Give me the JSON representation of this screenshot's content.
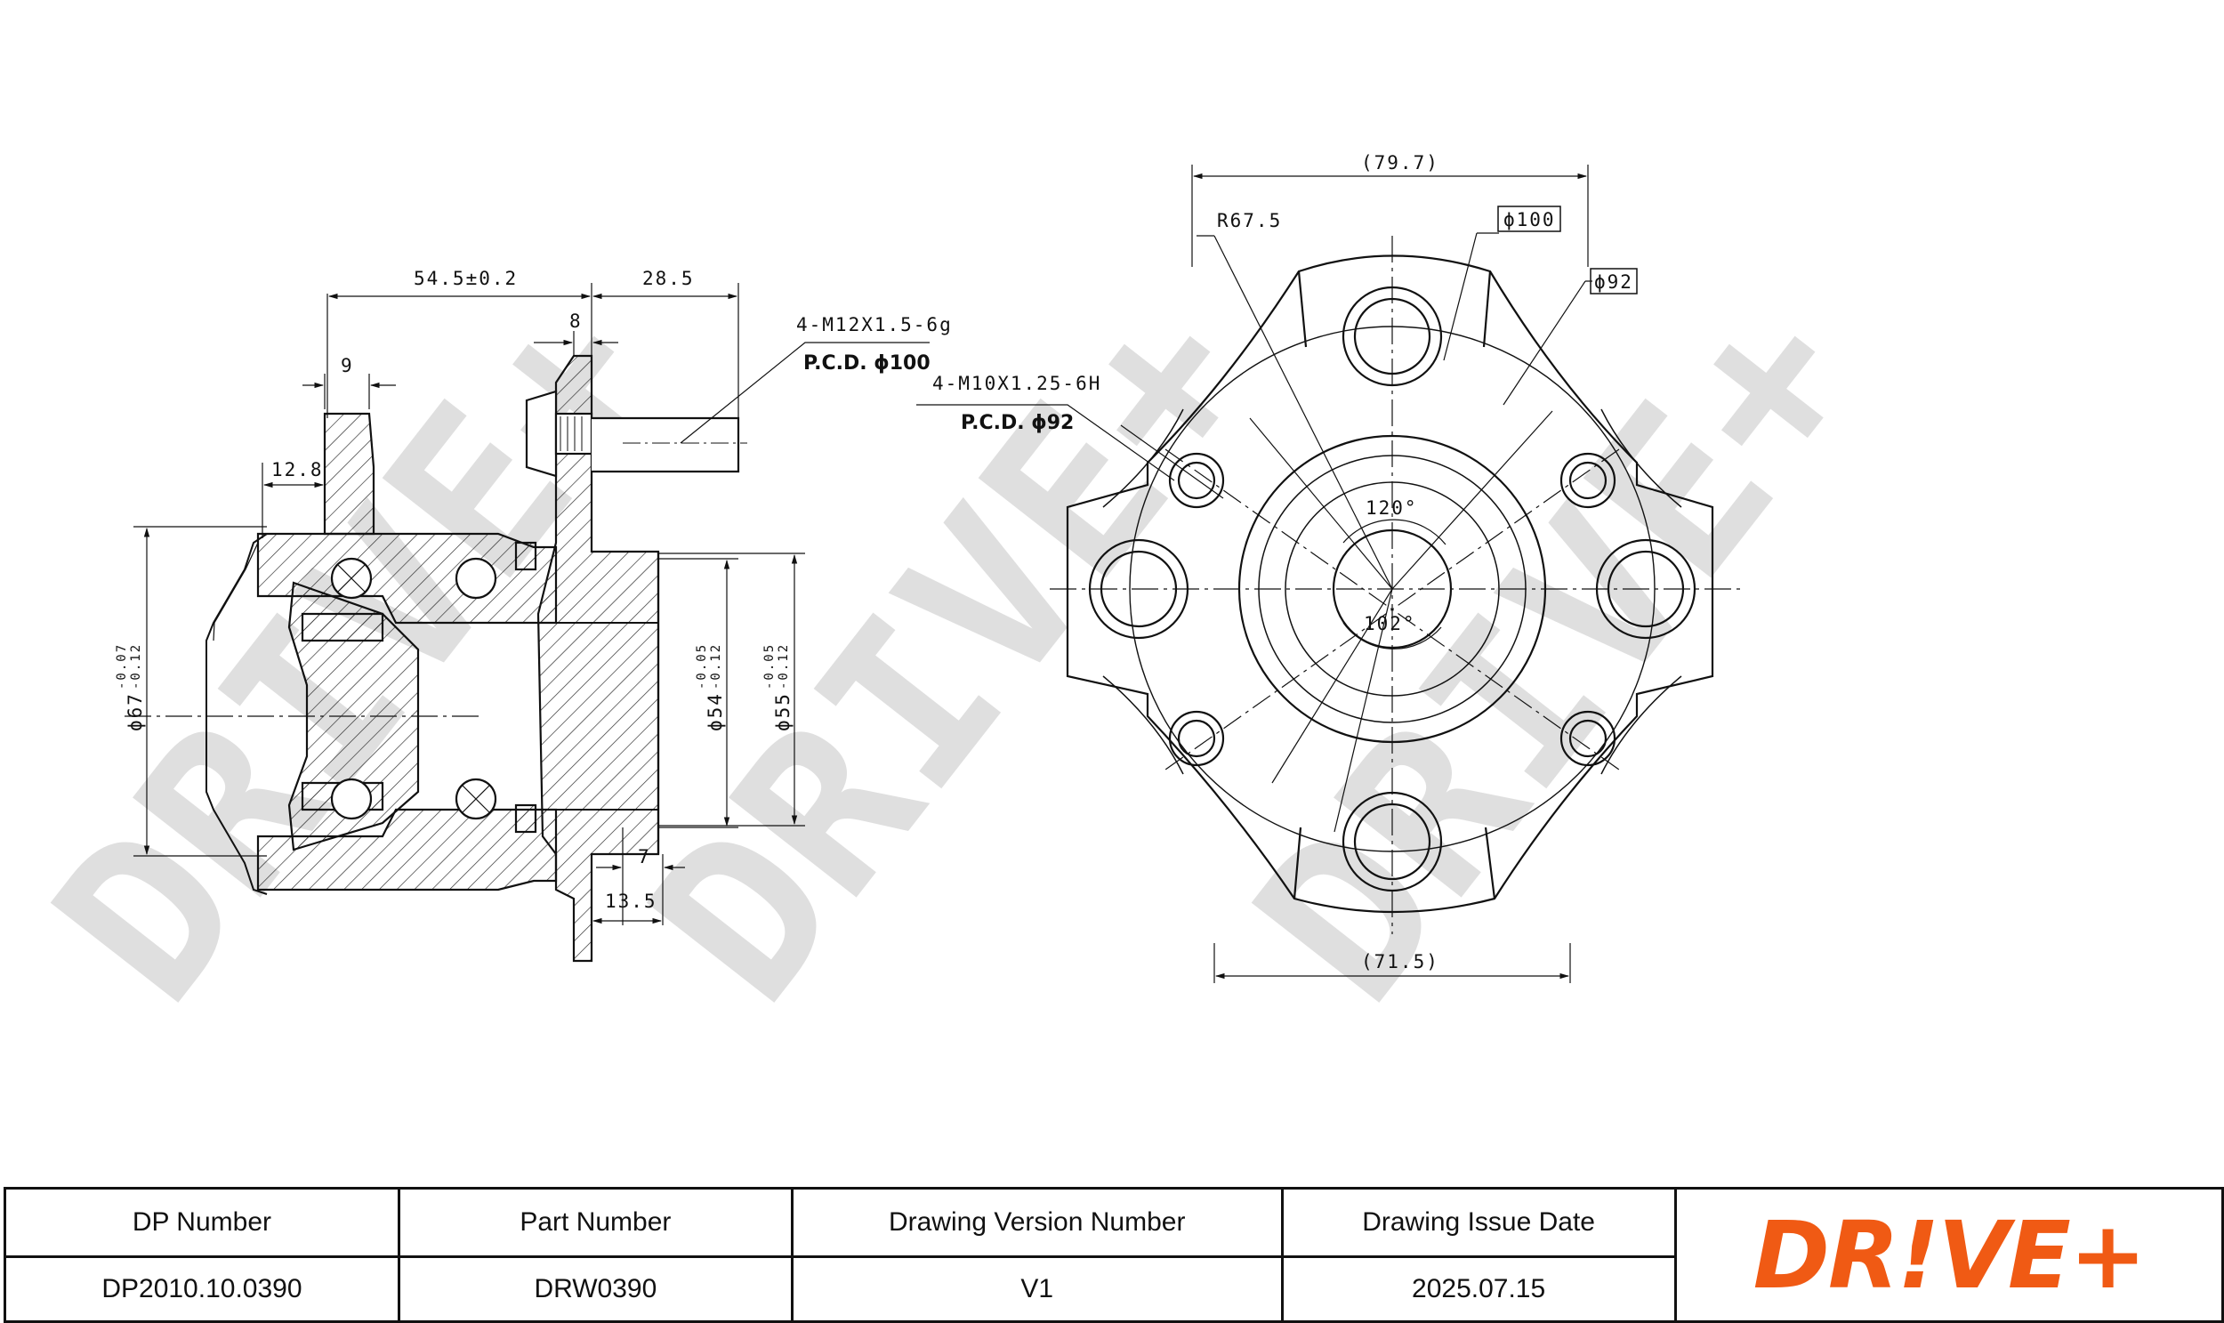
{
  "watermark_text": "DRIVE+",
  "side_view": {
    "dims": {
      "width_total": "54.5±0.2",
      "stud_len": "28.5",
      "flange": "8",
      "nut_w": "9",
      "boss": "12.8",
      "dia_67": "ϕ67",
      "dia_67_tol_up": "-0.07",
      "dia_67_tol_lo": "-0.12",
      "dia_54": "ϕ54",
      "dia_54_tol_up": "-0.05",
      "dia_54_tol_lo": "-0.12",
      "dia_55": "ϕ55",
      "dia_55_tol_up": "-0.05",
      "dia_55_tol_lo": "-0.12",
      "pilot": "7",
      "pilot_total": "13.5"
    },
    "callout_stud_thread": "4-M12X1.5-6g",
    "callout_stud_pcd": "P.C.D. ϕ100"
  },
  "front_view": {
    "dims": {
      "top_width": "(79.7)",
      "bottom_width": "(71.5)",
      "radius": "R67.5",
      "pcd_100": "ϕ100",
      "pcd_92": "ϕ92",
      "angle_120": "120°",
      "angle_102": "102°"
    },
    "callout_mount_thread": "4-M10X1.25-6H",
    "callout_mount_pcd": "P.C.D. ϕ92"
  },
  "title_block": {
    "headers": {
      "dp_number": "DP Number",
      "part_number": "Part Number",
      "version": "Drawing Version Number",
      "issue_date": "Drawing Issue Date"
    },
    "values": {
      "dp_number": "DP2010.10.0390",
      "part_number": "DRW0390",
      "version": "V1",
      "issue_date": "2025.07.15"
    },
    "logo_text": "DR!VE+",
    "logo_color": "#F05A14"
  }
}
